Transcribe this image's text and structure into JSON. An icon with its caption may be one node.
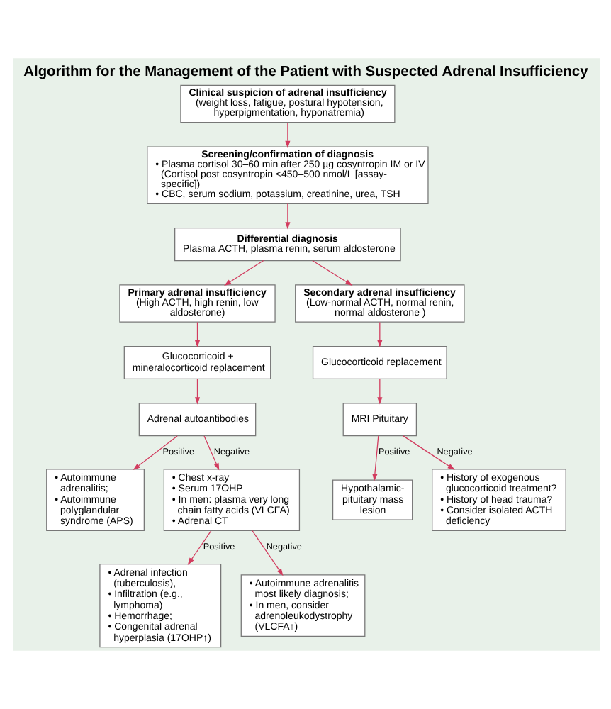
{
  "diagram": {
    "title": "Algorithm for the Management of the Patient with Suspected Adrenal Insufficiency",
    "nodes": [
      {
        "text": [
          "Clinical suspicion of adrenal insufficiency",
          "(weight loss, fatigue, postural hypotension, hyperpigmentation, hyponatremia)"
        ]
      },
      {
        "text": [
          "Screening/confirmation of diagnosis",
          "• Plasma cortisol 30–60 min after 250 µg cosyntropin IM or IV (Cortisol post cosyntropin <450–500 nmol/L [assay-specific])",
          "• CBC, serum sodium, potassium, creatinine, urea, TSH"
        ]
      },
      {
        "text": [
          "Differential diagnosis",
          "Plasma ACTH, plasma renin, serum aldosterone"
        ]
      },
      {
        "text": [
          "Primary adrenal insufficiency",
          "(High ACTH, high renin, low aldosterone)"
        ]
      },
      {
        "text": [
          "Secondary adrenal insufficiency",
          "(Low-normal ACTH, normal renin, normal aldosterone )"
        ]
      },
      {
        "text": [
          "Glucocorticoid + mineralocorticoid replacement"
        ]
      },
      {
        "text": [
          "Glucocorticoid replacement"
        ]
      },
      {
        "text": [
          "Adrenal autoantibodies"
        ]
      },
      {
        "text": [
          "MRI Pituitary"
        ]
      },
      {
        "text": [
          "• Autoimmune adrenalitis;",
          "• Autoimmune polyglandular syndrome (APS)"
        ]
      },
      {
        "text": [
          "• Chest x-ray",
          "• Serum 17OHP",
          "• In men: plasma very long chain fatty acids (VLCFA)",
          "• Adrenal CT"
        ]
      },
      {
        "text": [
          "Hypothalamic-pituitary mass lesion"
        ]
      },
      {
        "text": [
          "• History of exogenous glucocorticoid treatment?",
          "• History of head trauma?",
          "• Consider isolated ACTH deficiency"
        ]
      },
      {
        "text": [
          "• Adrenal infection (tuberculosis),",
          "• Infiltration (e.g., lymphoma)",
          "• Hemorrhage;",
          "• Congenital adrenal hyperplasia (17OHP↑)"
        ]
      },
      {
        "text": [
          "• Autoimmune adrenalitis most likely diagnosis;",
          "• In men, consider adrenoleukodystrophy (VLCFA↑)"
        ]
      }
    ],
    "edges": [
      {
        "from": 0,
        "to": 1,
        "arrow": "to"
      },
      {
        "from": 1,
        "to": 2,
        "arrow": "to"
      },
      {
        "from": 2,
        "to": 3,
        "arrow": "to"
      },
      {
        "from": 2,
        "to": 4,
        "arrow": "to"
      },
      {
        "from": 3,
        "to": 5,
        "arrow": "to"
      },
      {
        "from": 4,
        "to": 6,
        "arrow": "to"
      },
      {
        "from": 5,
        "to": 7,
        "arrow": "to"
      },
      {
        "from": 6,
        "to": 8,
        "arrow": "to"
      },
      {
        "from": 7,
        "to": 9,
        "arrow": "to",
        "label": "Positive"
      },
      {
        "from": 7,
        "to": 10,
        "arrow": "to",
        "label": "Negative"
      },
      {
        "from": 8,
        "to": 11,
        "arrow": "to",
        "label": "Positive"
      },
      {
        "from": 8,
        "to": 12,
        "arrow": "to",
        "label": "Negative"
      },
      {
        "from": 10,
        "to": 13,
        "arrow": "to",
        "label": "Positive"
      },
      {
        "from": 10,
        "to": 14,
        "arrow": "to",
        "label": "Negative"
      }
    ]
  }
}
